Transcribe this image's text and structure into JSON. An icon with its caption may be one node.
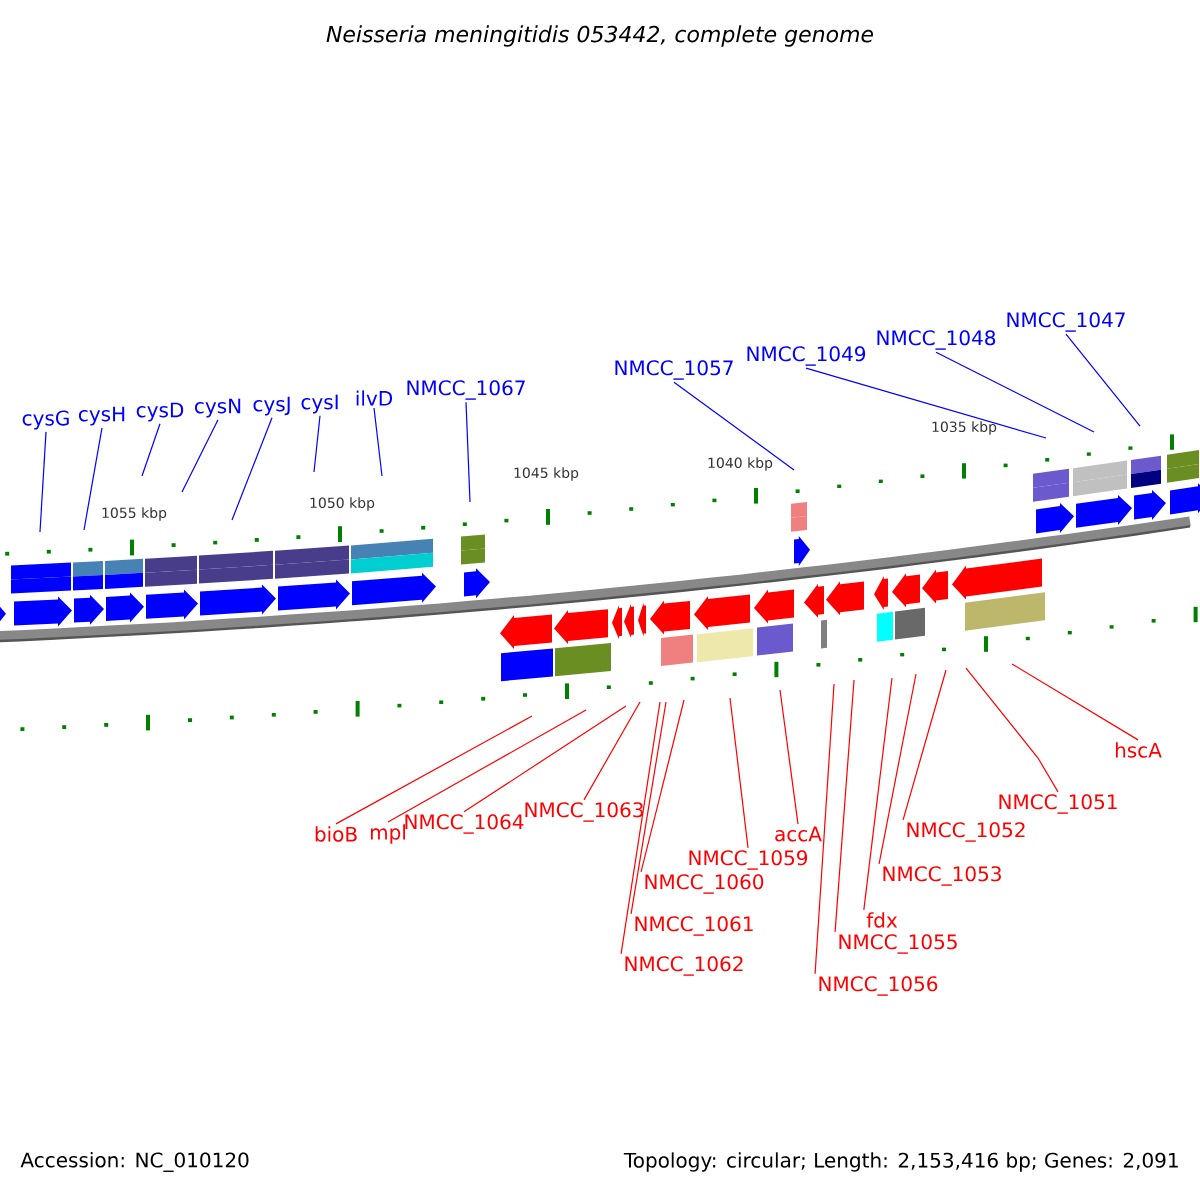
{
  "diagram": {
    "title": "Neisseria meningitidis 053442, complete genome",
    "nodes": [
      {
        "text": [
          "cysG"
        ]
      },
      {
        "text": [
          "cysH"
        ]
      },
      {
        "text": [
          "cysD"
        ]
      },
      {
        "text": [
          "cysN"
        ]
      },
      {
        "text": [
          "cysJ"
        ]
      },
      {
        "text": [
          "cysI"
        ]
      },
      {
        "text": [
          "ilvD"
        ]
      },
      {
        "text": [
          "NMCC_1067"
        ]
      },
      {
        "text": [
          "NMCC_1057"
        ]
      },
      {
        "text": [
          "NMCC_1049"
        ]
      },
      {
        "text": [
          "NMCC_1048"
        ]
      },
      {
        "text": [
          "NMCC_1047"
        ]
      },
      {
        "text": [
          "bioB"
        ]
      },
      {
        "text": [
          "mpl"
        ]
      },
      {
        "text": [
          "NMCC_1064"
        ]
      },
      {
        "text": [
          "NMCC_1063"
        ]
      },
      {
        "text": [
          "NMCC_1062"
        ]
      },
      {
        "text": [
          "NMCC_1061"
        ]
      },
      {
        "text": [
          "NMCC_1060"
        ]
      },
      {
        "text": [
          "NMCC_1059"
        ]
      },
      {
        "text": [
          "accA"
        ]
      },
      {
        "text": [
          "NMCC_1056"
        ]
      },
      {
        "text": [
          "NMCC_1055"
        ]
      },
      {
        "text": [
          "fdx"
        ]
      },
      {
        "text": [
          "NMCC_1053"
        ]
      },
      {
        "text": [
          "NMCC_1052"
        ]
      },
      {
        "text": [
          "NMCC_1051"
        ]
      },
      {
        "text": [
          "hscA"
        ]
      }
    ],
    "edges": [
      {
        "from": 0,
        "to": null,
        "arrow": "none",
        "color": "#0000ff"
      },
      {
        "from": 1,
        "to": null,
        "arrow": "none",
        "color": "#0000ff"
      },
      {
        "from": 2,
        "to": null,
        "arrow": "none",
        "color": "#0000ff"
      },
      {
        "from": 3,
        "to": null,
        "arrow": "none",
        "color": "#0000ff"
      },
      {
        "from": 4,
        "to": null,
        "arrow": "none",
        "color": "#0000ff"
      },
      {
        "from": 5,
        "to": null,
        "arrow": "none",
        "color": "#0000ff"
      },
      {
        "from": 6,
        "to": null,
        "arrow": "none",
        "color": "#0000ff"
      },
      {
        "from": 7,
        "to": null,
        "arrow": "none",
        "color": "#0000ff"
      },
      {
        "from": 8,
        "to": null,
        "arrow": "none",
        "color": "#0000ff"
      },
      {
        "from": 9,
        "to": null,
        "arrow": "none",
        "color": "#0000ff"
      },
      {
        "from": 10,
        "to": null,
        "arrow": "none",
        "color": "#0000ff"
      },
      {
        "from": 11,
        "to": null,
        "arrow": "none",
        "color": "#0000ff"
      },
      {
        "from": 12,
        "to": null,
        "arrow": "none"
      },
      {
        "from": 13,
        "to": null,
        "arrow": "none"
      },
      {
        "from": 14,
        "to": null,
        "arrow": "none"
      },
      {
        "from": 15,
        "to": null,
        "arrow": "none"
      },
      {
        "from": 16,
        "to": null,
        "arrow": "none"
      },
      {
        "from": 17,
        "to": null,
        "arrow": "none"
      },
      {
        "from": 18,
        "to": null,
        "arrow": "none"
      },
      {
        "from": 19,
        "to": null,
        "arrow": "none"
      },
      {
        "from": 20,
        "to": null,
        "arrow": "none"
      },
      {
        "from": 21,
        "to": null,
        "arrow": "none"
      },
      {
        "from": 22,
        "to": null,
        "arrow": "none"
      },
      {
        "from": 23,
        "to": null,
        "arrow": "none"
      },
      {
        "from": 24,
        "to": null,
        "arrow": "none"
      },
      {
        "from": 25,
        "to": null,
        "arrow": "none"
      },
      {
        "from": 26,
        "to": null,
        "arrow": "none"
      },
      {
        "from": 27,
        "to": null,
        "arrow": "none"
      }
    ],
    "labels": [
      "1055 kbp",
      "1050 kbp",
      "1045 kbp",
      "1040 kbp",
      "1035 kbp",
      "Accession: NC_010120",
      "Topology: circular; Length: 2,153,416 bp; Genes: 2,091"
    ]
  }
}
